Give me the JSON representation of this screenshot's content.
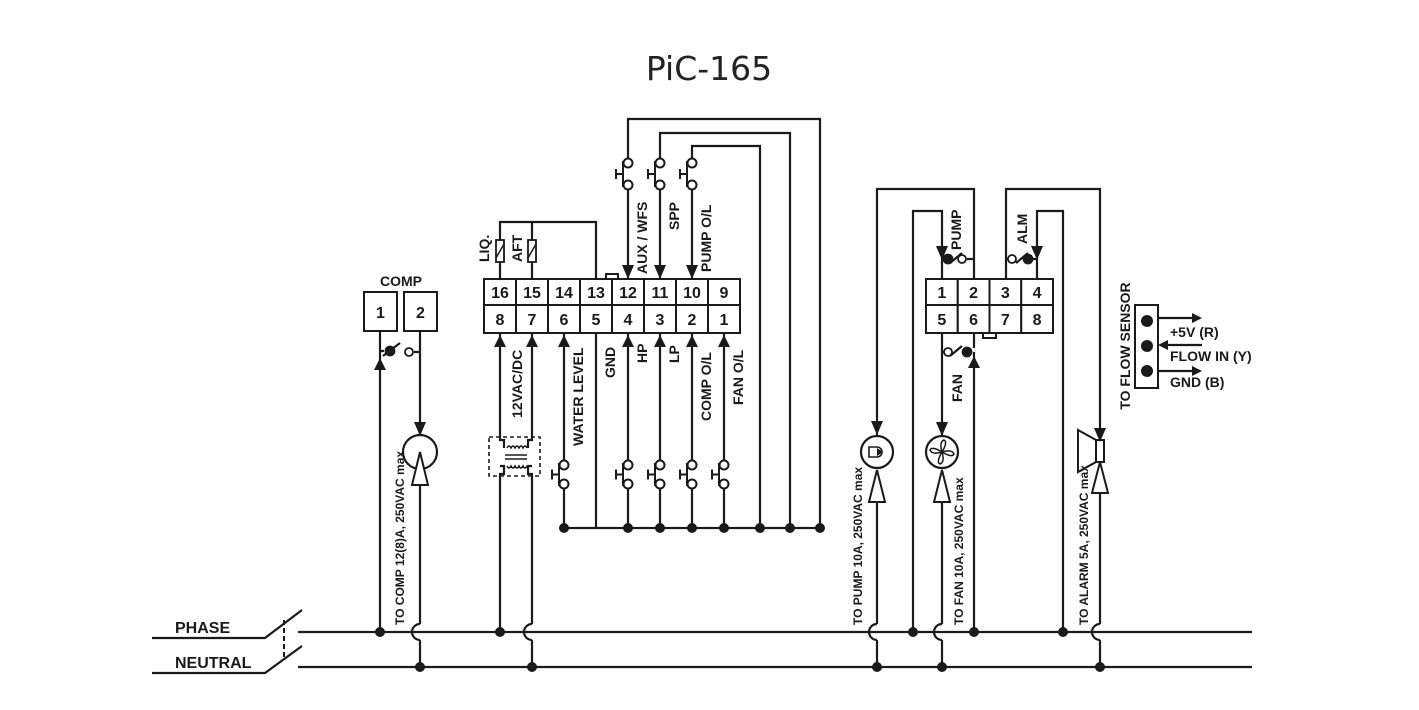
{
  "title": "PiC-165",
  "lines": {
    "phase": "PHASE",
    "neutral": "NEUTRAL"
  },
  "comp": {
    "label": "COMP",
    "terminals": [
      "1",
      "2"
    ],
    "note": "TO COMP 12(8)A, 250VAC max"
  },
  "main_block": {
    "top": [
      "16",
      "15",
      "14",
      "13",
      "12",
      "11",
      "10",
      "9"
    ],
    "bottom": [
      "8",
      "7",
      "6",
      "5",
      "4",
      "3",
      "2",
      "1"
    ],
    "top_labels": {
      "liq": "LIQ.",
      "aft": "AFT",
      "aux": "AUX / WFS",
      "spp": "SPP",
      "pump_ol": "PUMP O/L"
    },
    "bottom_labels": {
      "supply": "12VAC/DC",
      "water": "WATER LEVEL",
      "gnd": "GND",
      "hp": "HP",
      "lp": "LP",
      "comp_ol": "COMP O/L",
      "fan_ol": "FAN O/L"
    }
  },
  "relay_block": {
    "top": [
      "1",
      "2",
      "3",
      "4"
    ],
    "bottom": [
      "5",
      "6",
      "7",
      "8"
    ],
    "labels": {
      "pump": "PUMP",
      "alm": "ALM",
      "fan": "FAN"
    },
    "notes": {
      "pump": "TO PUMP 10A, 250VAC max",
      "fan": "TO FAN 10A, 250VAC max",
      "alarm": "TO ALARM 5A, 250VAC max"
    }
  },
  "flow_sensor": {
    "label": "TO FLOW SENSOR",
    "pins": [
      "+5V (R)",
      "FLOW IN (Y)",
      "GND (B)"
    ]
  }
}
